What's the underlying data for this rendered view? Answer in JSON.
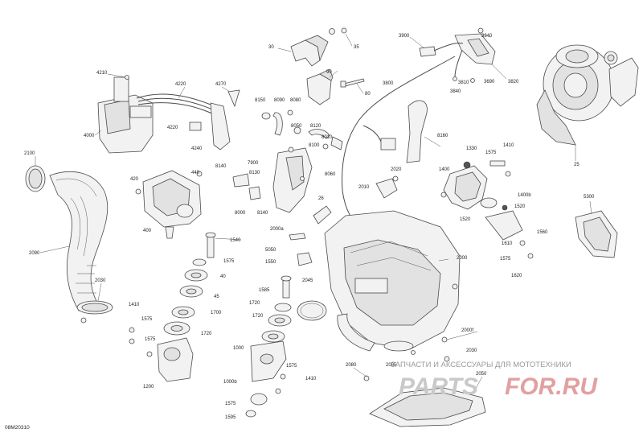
{
  "figure_id": "08M20310",
  "watermark": {
    "subtitle": "ЗАПЧАСТИ И АКСЕССУАРЫ ДЛЯ МОТОТЕХНИКИ",
    "logo_left": "PARTS",
    "logo_right": "FOR.RU"
  },
  "part_labels": {
    "p35": "35",
    "p30": "30",
    "p90": "90",
    "p80": "80",
    "p3900": "3900",
    "p3840a": "3840",
    "p3820": "3820",
    "p3690": "3690",
    "p3810": "3810",
    "p3840b": "3840",
    "p3800": "3800",
    "p25": "25",
    "p4210": "4210",
    "p4220a": "4220",
    "p4270": "4270",
    "p4220b": "4220",
    "p4000": "4000",
    "p4240": "4240",
    "p8150": "8150",
    "p8090": "8090",
    "p8080": "8080",
    "p8050": "8050",
    "p8120": "8120",
    "p8010": "8010",
    "p8060": "8060",
    "p8100": "8100",
    "p8140a": "8140",
    "p7900": "7900",
    "p8130": "8130",
    "p8140b": "8140",
    "p8000": "8000",
    "p26": "26",
    "p8160": "8160",
    "p2010": "2010",
    "p2020": "2020",
    "p2100": "2100",
    "p420": "420",
    "p440": "440",
    "p400": "400",
    "p2090": "2090",
    "p2030": "2030",
    "p1330": "1330",
    "p1575a": "1575",
    "p1410a": "1410",
    "p1400": "1400",
    "p1400b": "1400b",
    "p1520a": "1520",
    "p1520b": "1520",
    "p1610": "1610",
    "p1560": "1560",
    "p1575b": "1575",
    "p1620": "1620",
    "p5300": "5300",
    "p2000a": "2000a",
    "p1540": "1540",
    "p5050": "5050",
    "p2000": "2000",
    "p1575c": "1575",
    "p40": "40",
    "p45": "45",
    "p1550": "1550",
    "p2045": "2045",
    "p1585": "1585",
    "p1720a": "1720",
    "p1720b": "1720",
    "p1700": "1700",
    "p1720c": "1720",
    "p1410b": "1410",
    "p1575d": "1575",
    "p1575e": "1575",
    "p1000": "1000",
    "p1200": "1200",
    "p1575f": "1575",
    "p1410c": "1410",
    "p1000b": "1000b",
    "p1575g": "1575",
    "p1595": "1595",
    "p2000f": "2000f",
    "p2030b": "2030",
    "p2080": "2080",
    "p2085": "2085",
    "p2050": "2050"
  }
}
